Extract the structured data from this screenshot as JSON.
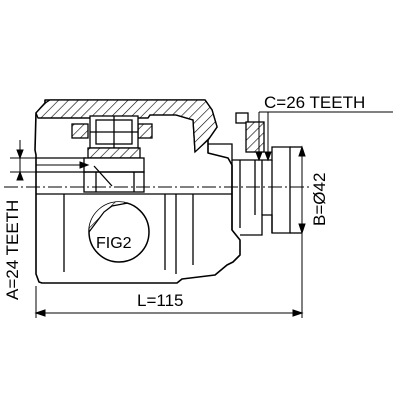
{
  "labels": {
    "c_teeth": "C=26 TEETH",
    "b_diameter": "B=Ø42",
    "a_teeth": "A=24 TEETH",
    "length": "L=115",
    "fig": "FIG2"
  },
  "colors": {
    "line": "#000000",
    "background": "#ffffff"
  }
}
